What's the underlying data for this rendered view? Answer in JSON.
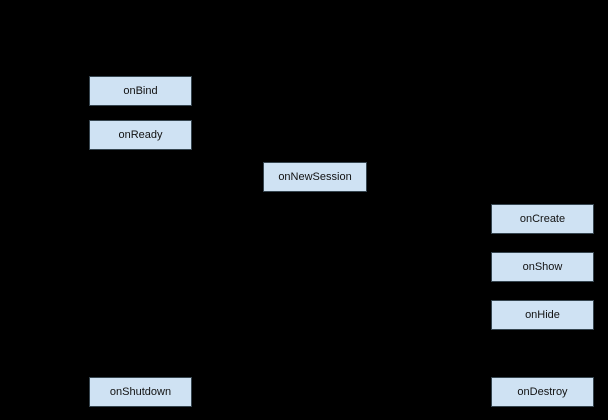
{
  "canvas": {
    "background_color": "#000000"
  },
  "diagram": {
    "type": "lifecycle-flow",
    "node_fill_color": "#cfe2f3",
    "node_border_color": "#36454f",
    "node_text_color": "#121212",
    "nodes": [
      {
        "id": "onBind",
        "label": "onBind"
      },
      {
        "id": "onReady",
        "label": "onReady"
      },
      {
        "id": "onNewSession",
        "label": "onNewSession"
      },
      {
        "id": "onCreate",
        "label": "onCreate"
      },
      {
        "id": "onShow",
        "label": "onShow"
      },
      {
        "id": "onHide",
        "label": "onHide"
      },
      {
        "id": "onShutdown",
        "label": "onShutdown"
      },
      {
        "id": "onDestroy",
        "label": "onDestroy"
      }
    ]
  }
}
